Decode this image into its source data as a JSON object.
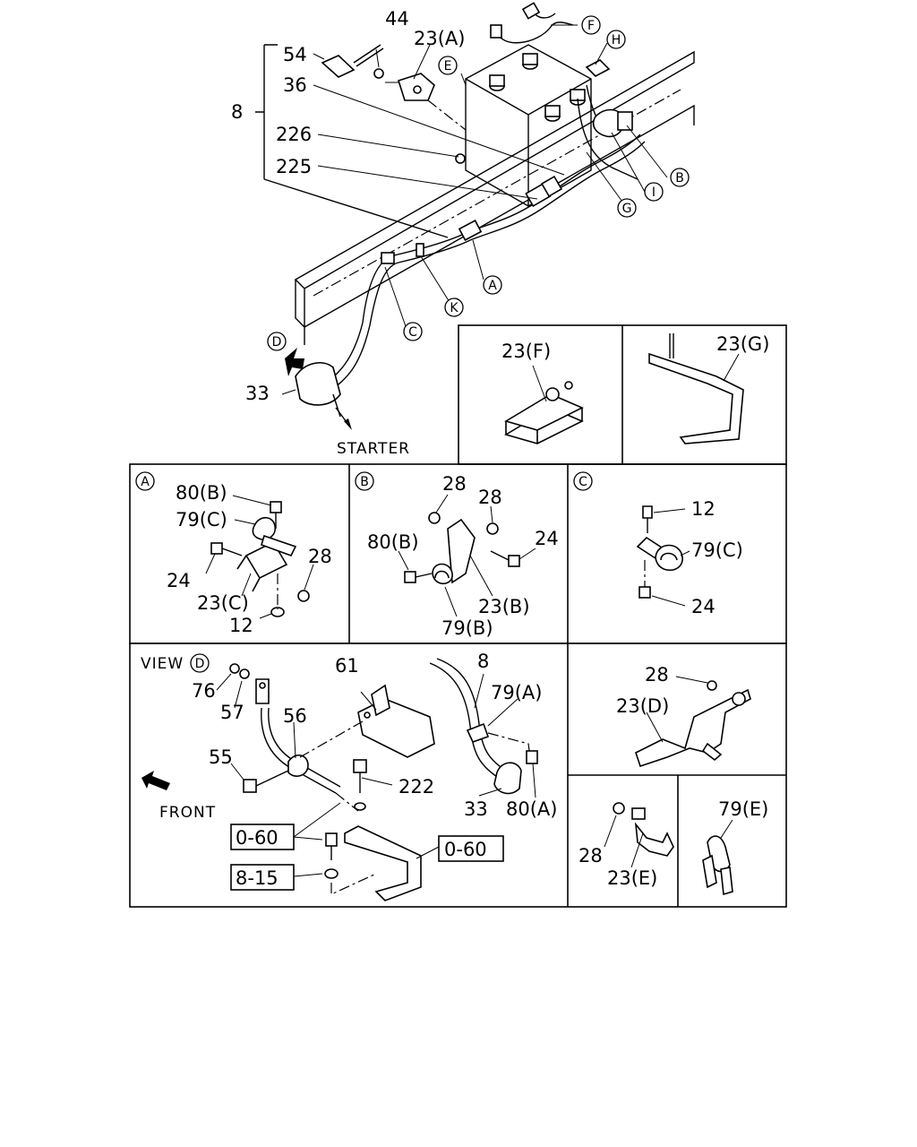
{
  "labels": {
    "p54": "54",
    "p44": "44",
    "p23a": "23(A)",
    "p36": "36",
    "p8": "8",
    "p226": "226",
    "p225": "225",
    "p33": "33",
    "starter": "STARTER",
    "p23f": "23(F)",
    "p23g": "23(G)",
    "a80b": "80(B)",
    "a79c": "79(C)",
    "a24": "24",
    "a28": "28",
    "a23c": "23(C)",
    "a12": "12",
    "b28a": "28",
    "b28b": "28",
    "b80b": "80(B)",
    "b24": "24",
    "b23b": "23(B)",
    "b79b": "79(B)",
    "c12": "12",
    "c79c": "79(C)",
    "c24": "24",
    "view": "VIEW",
    "v76": "76",
    "v57": "57",
    "v56": "56",
    "v55": "55",
    "front": "FRONT",
    "v61": "61",
    "v8": "8",
    "v79a": "79(A)",
    "v222": "222",
    "v33": "33",
    "v80a": "80(A)",
    "ref060a": "0-60",
    "ref060b": "0-60",
    "ref815": "8-15",
    "d28": "28",
    "d23d": "23(D)",
    "e28": "28",
    "e23e": "23(E)",
    "e79e": "79(E)"
  },
  "callouts": {
    "A": "A",
    "B": "B",
    "C": "C",
    "D": "D",
    "E": "E",
    "F": "F",
    "G": "G",
    "H": "H",
    "I": "I",
    "K": "K"
  }
}
